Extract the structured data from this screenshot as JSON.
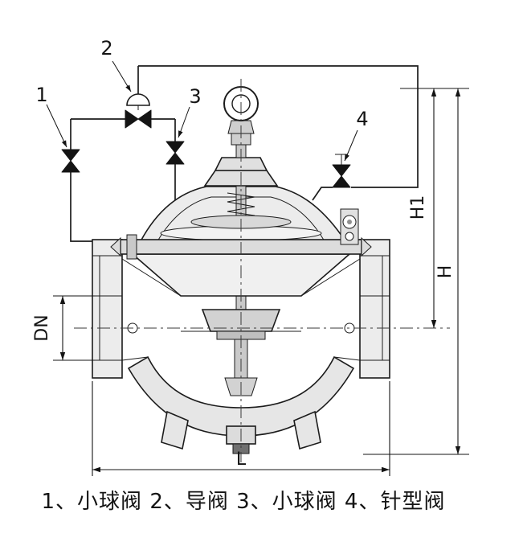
{
  "labels": {
    "part_1": "1",
    "part_2": "2",
    "part_3": "3",
    "part_4": "4"
  },
  "dimensions": {
    "h1": "H1",
    "h": "H",
    "dn": "DN",
    "l": "L"
  },
  "caption": "1、小球阀 2、导阀 3、小球阀 4、针型阀",
  "legend": [
    {
      "number": "1",
      "name": "小球阀"
    },
    {
      "number": "2",
      "name": "导阀"
    },
    {
      "number": "3",
      "name": "小球阀"
    },
    {
      "number": "4",
      "name": "针型阀"
    }
  ],
  "colors": {
    "line": "#1c1c1c",
    "symbol_fill": "#141414",
    "body_fill_light": "#ececec",
    "body_fill_mid": "#c9c9c9",
    "background": "#ffffff"
  }
}
